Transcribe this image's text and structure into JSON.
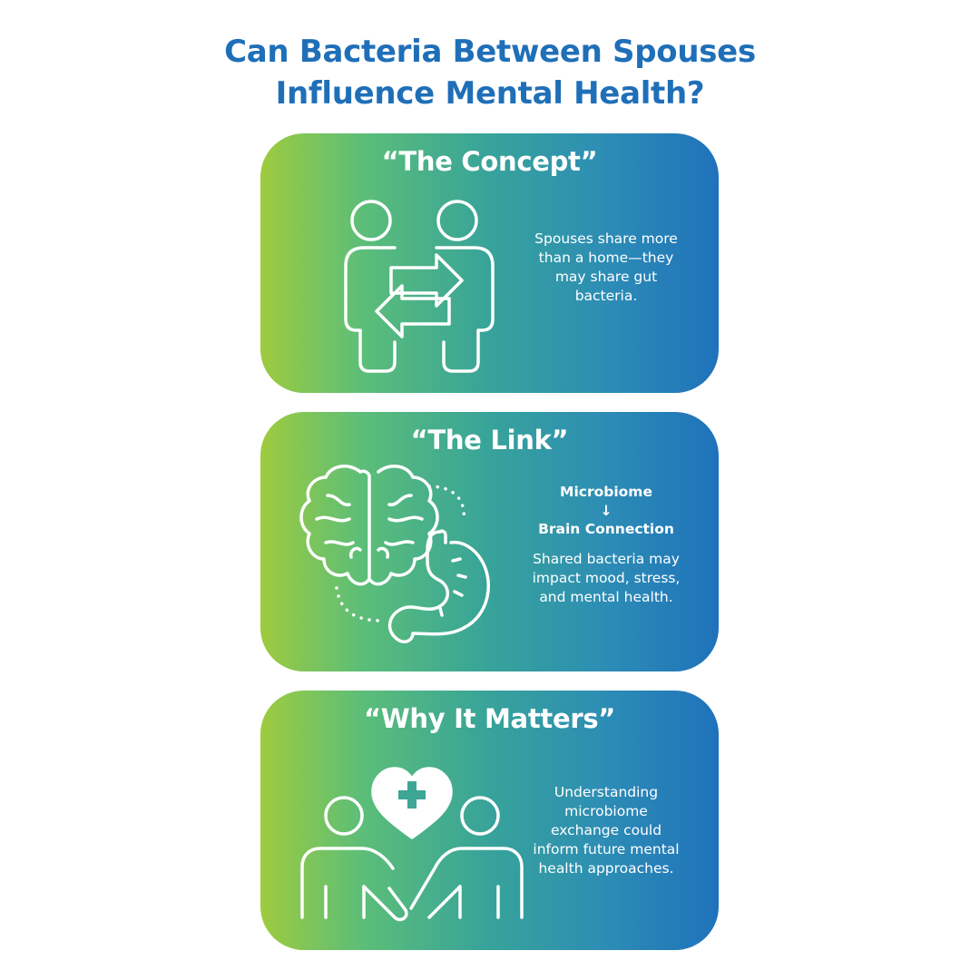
{
  "title": {
    "line1": "Can Bacteria Between Spouses",
    "line2": "Influence Mental Health?"
  },
  "colors": {
    "title": "#1f6fb8",
    "gradient_left": "#9fcb3e",
    "gradient_right": "#1f72bb",
    "text_on_card": "#ffffff"
  },
  "cards": [
    {
      "title": "“The Concept”",
      "icon": "two-people-exchange-icon",
      "text": "Spouses share more than a home—they may share gut bacteria."
    },
    {
      "title": "“The Link”",
      "icon": "brain-gut-icon",
      "heading_top": "Microbiome",
      "arrow": "↓",
      "heading_bottom": "Brain Connection",
      "text": "Shared bacteria may impact mood, stress, and mental health."
    },
    {
      "title": "“Why It Matters”",
      "icon": "people-heart-health-icon",
      "text": "Understanding microbiome exchange could inform future mental health approaches."
    }
  ]
}
